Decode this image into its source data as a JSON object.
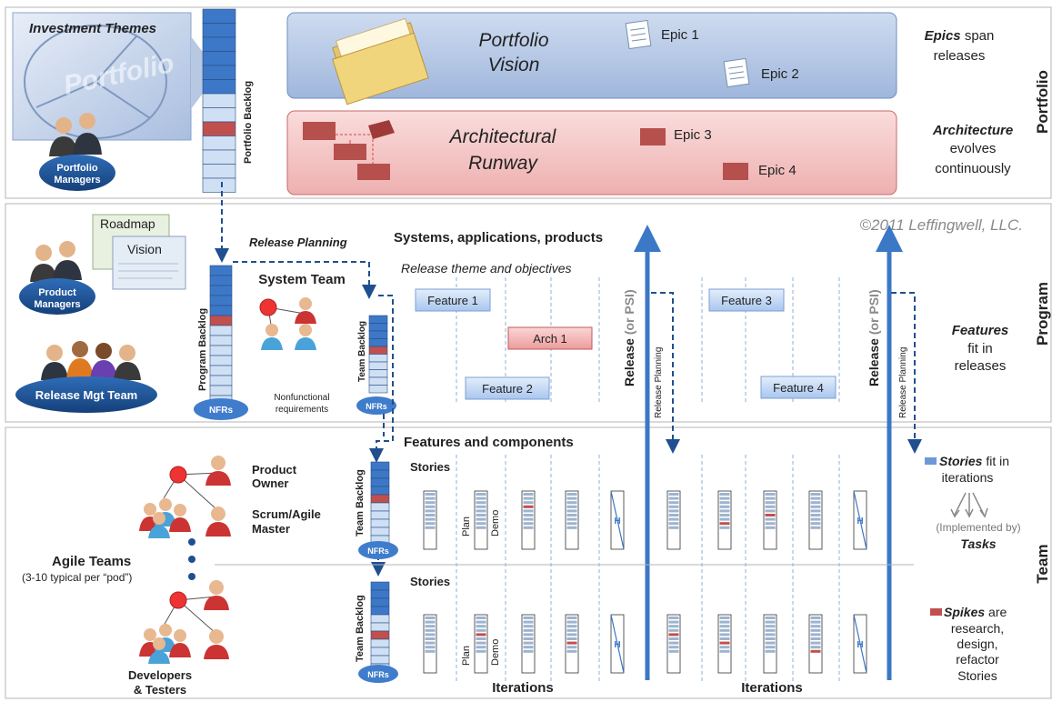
{
  "colors": {
    "portfolio_box_fill": "#b8c9e6",
    "portfolio_box_stroke": "#6f8fc0",
    "runway_box_fill": "#f5caca",
    "runway_box_stroke": "#c86a6a",
    "backlog_blue": "#3d78c8",
    "backlog_light": "#cfe0f5",
    "backlog_red": "#c0504d",
    "release_arrow": "#3b78c6",
    "feature_fill": "#c9dcf5",
    "arch_fill": "#f4b6b6",
    "section_border": "#b5b5b5"
  },
  "icons": {
    "investment_themes": "portfolio-chart-thumbnail",
    "people": "business-people-icon",
    "folder": "folder-icon",
    "document": "document-icon",
    "architecture": "architecture-diagram-icon",
    "team_org": "team-org-chart-icon"
  },
  "portfolio": {
    "investment_themes": "Investment Themes",
    "portfolio_watermark": "Portfolio",
    "portfolio_managers": [
      "Portfolio",
      "Managers"
    ],
    "portfolio_backlog": "Portfolio Backlog",
    "portfolio_vision": [
      "Portfolio",
      "Vision"
    ],
    "epic1": "Epic 1",
    "epic2": "Epic 2",
    "architectural_runway": [
      "Architectural",
      "Runway"
    ],
    "epic3": "Epic  3",
    "epic4": "Epic 4",
    "epics_span_em": "Epics",
    "epics_span_rest": " span",
    "releases": "releases",
    "architecture": "Architecture",
    "evolves": "evolves",
    "continuously": "continuously",
    "section_label": "Portfolio"
  },
  "program": {
    "copyright": "©2011 Leffingwell, LLC.",
    "roadmap": "Roadmap",
    "vision": "Vision",
    "product_managers": [
      "Product",
      "Managers"
    ],
    "release_mgt_team": "Release Mgt Team",
    "release_planning": "Release Planning",
    "program_backlog": "Program Backlog",
    "nfrs": "NFRs",
    "system_team": "System Team",
    "nonfunctional": [
      "Nonfunctional",
      "requirements"
    ],
    "team_backlog": "Team Backlog",
    "systems_heading": "Systems, applications, products",
    "release_theme": "Release theme and objectives",
    "feature1": "Feature 1",
    "feature2": "Feature 2",
    "feature3": "Feature 3",
    "feature4": "Feature 4",
    "arch1": "Arch 1",
    "release_word": "Release",
    "release_or_psi": " (or PSI)",
    "release_planning_vertical": "Release Planning",
    "features_em": "Features",
    "fit_in": "fit in",
    "releases": "releases",
    "section_label": "Program"
  },
  "team": {
    "features_components": "Features and components",
    "stories": "Stories",
    "plan": "Plan",
    "demo": "Demo",
    "product_owner": [
      "Product",
      "Owner"
    ],
    "scrum_master": [
      "Scrum/Agile",
      "Master"
    ],
    "agile_teams": "Agile Teams",
    "agile_teams_sub": "(3-10 typical per “pod”)",
    "developers_testers": [
      "Developers",
      "& Testers"
    ],
    "team_backlog": "Team Backlog",
    "nfrs": "NFRs",
    "iterations": "Iterations",
    "stories_fit_em": "Stories",
    "stories_fit_rest": " fit in",
    "iterations_word": "iterations",
    "implemented_by": "(Implemented by)",
    "tasks": "Tasks",
    "spikes_em": "Spikes",
    "spikes_rest": " are",
    "spikes_lines": [
      "research,",
      "design,",
      "refactor",
      "Stories"
    ],
    "spike_marker": "H",
    "section_label": "Team"
  }
}
